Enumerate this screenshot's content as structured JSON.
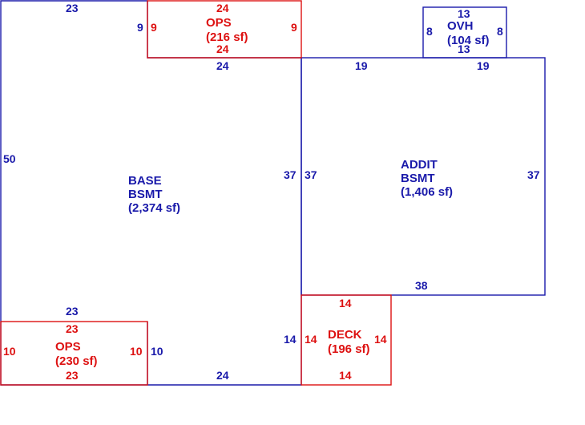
{
  "colors": {
    "blue": "#1a1aaa",
    "red": "#dd1111"
  },
  "areas": {
    "base_bsmt": {
      "line1": "BASE",
      "line2": "BSMT",
      "area": "(2,374 sf)"
    },
    "addit_bsmt": {
      "line1": "ADDIT",
      "line2": "BSMT",
      "area": "(1,406 sf)"
    },
    "ovh": {
      "line1": "OVH",
      "area": "(104 sf)"
    },
    "ops_top": {
      "line1": "OPS",
      "area": "(216 sf)"
    },
    "ops_bottom": {
      "line1": "OPS",
      "area": "(230 sf)"
    },
    "deck": {
      "line1": "DECK",
      "area": "(196 sf)"
    }
  },
  "dimensions": {
    "base_top": "23",
    "base_left": "50",
    "base_right_upper": "37",
    "base_right_lower": "14",
    "base_bottom": "24",
    "base_step_top": "24",
    "base_step_left": "9",
    "base_lower_top": "23",
    "base_lower_right": "10",
    "ops_top_top": "24",
    "ops_top_bottom": "24",
    "ops_top_left": "9",
    "ops_top_right": "9",
    "ops_bottom_top": "23",
    "ops_bottom_bottom": "23",
    "ops_bottom_left": "10",
    "ops_bottom_right": "10",
    "addit_top_left": "19",
    "addit_top_right": "19",
    "addit_left": "37",
    "addit_right": "37",
    "addit_bottom": "38",
    "ovh_top": "13",
    "ovh_bottom": "13",
    "ovh_left": "8",
    "ovh_right": "8",
    "deck_top": "14",
    "deck_bottom": "14",
    "deck_left": "14",
    "deck_right": "14"
  }
}
